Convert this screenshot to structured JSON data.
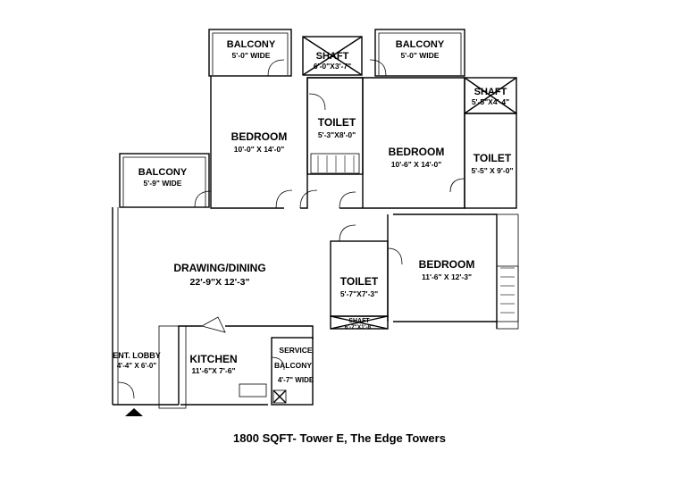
{
  "rooms": {
    "balcony_1": {
      "name": "BALCONY",
      "dim": "5'-0\" WIDE"
    },
    "shaft_1": {
      "name": "SHAFT",
      "dim": "6'-0\"X3'-7\""
    },
    "balcony_2": {
      "name": "BALCONY",
      "dim": "5'-0\" WIDE"
    },
    "shaft_2": {
      "name": "SHAFT",
      "dim": "5'-5\"X4'-4\""
    },
    "bedroom_1": {
      "name": "BEDROOM",
      "dim": "10'-0\" X 14'-0\""
    },
    "toilet_1": {
      "name": "TOILET",
      "dim": "5'-3\"X8'-0\""
    },
    "bedroom_2": {
      "name": "BEDROOM",
      "dim": "10'-6\" X 14'-0\""
    },
    "toilet_2": {
      "name": "TOILET",
      "dim": "5'-5\" X 9'-0\""
    },
    "balcony_3": {
      "name": "BALCONY",
      "dim": "5'-9\" WIDE"
    },
    "drawing_dining": {
      "name": "DRAWING/DINING",
      "dim": "22'-9\"X 12'-3\""
    },
    "toilet_3": {
      "name": "TOILET",
      "dim": "5'-7\"X7'-3\""
    },
    "bedroom_3": {
      "name": "BEDROOM",
      "dim": "11'-6\" X 12'-3\""
    },
    "shaft_3": {
      "name": "SHAFT",
      "dim": "6'-7\"X1'-8\""
    },
    "ent_lobby": {
      "name": "ENT. LOBBY",
      "dim": "4'-4\" X 6'-0\""
    },
    "kitchen": {
      "name": "KITCHEN",
      "dim": "11'-6\"X 7'-6\""
    },
    "service_balcony": {
      "name": "SERVICE",
      "name2": "BALCONY",
      "dim": "4'-7\" WIDE"
    }
  },
  "caption": "1800 SQFT- Tower E, The Edge Towers"
}
